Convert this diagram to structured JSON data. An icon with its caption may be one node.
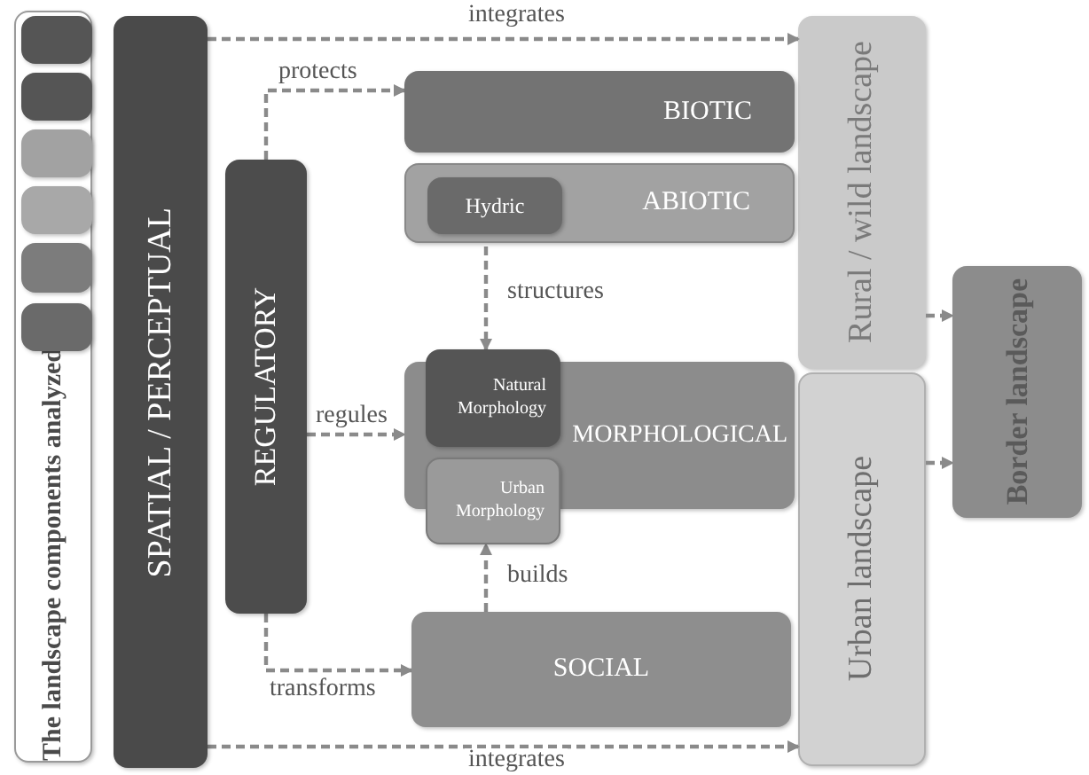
{
  "diagram": {
    "nodes": [
      {
        "text": [
          "The landscape components analyzed"
        ]
      },
      {
        "text": [],
        "shape": "box",
        "in": 0
      },
      {
        "text": [],
        "shape": "box",
        "in": 0
      },
      {
        "text": [],
        "shape": "box",
        "in": 0
      },
      {
        "text": [],
        "shape": "box",
        "in": 0
      },
      {
        "text": [],
        "shape": "box",
        "in": 0
      },
      {
        "text": [],
        "shape": "box",
        "in": 0
      },
      {
        "text": [
          "SPATIAL / PERCEPTUAL"
        ]
      },
      {
        "text": [
          "REGULATORY"
        ]
      },
      {
        "text": [
          "BIOTIC"
        ]
      },
      {
        "text": [
          "ABIOTIC"
        ]
      },
      {
        "text": [
          "Hydric"
        ],
        "in": 10
      },
      {
        "text": [
          "MORPHOLOGICAL"
        ]
      },
      {
        "text": [
          "Natural Morphology"
        ]
      },
      {
        "text": [
          "Urban Morphology"
        ]
      },
      {
        "text": [
          "SOCIAL"
        ]
      },
      {
        "text": [
          "Rural / wild landscape"
        ]
      },
      {
        "text": [
          "Urban landscape"
        ]
      },
      {
        "text": [
          "Border landscape"
        ]
      }
    ],
    "edges": [
      {
        "from": 7,
        "to": 16,
        "arrow": "to",
        "label": "integrates"
      },
      {
        "from": 8,
        "to": 9,
        "arrow": "to",
        "label": "protects"
      },
      {
        "from": 8,
        "to": 12,
        "arrow": "to",
        "label": "regules"
      },
      {
        "from": 8,
        "to": 15,
        "arrow": "to",
        "label": "transforms"
      },
      {
        "from": 11,
        "to": 13,
        "arrow": "to",
        "label": "structures"
      },
      {
        "from": 15,
        "to": 14,
        "arrow": "to",
        "label": "builds"
      },
      {
        "from": 7,
        "to": 17,
        "arrow": "to",
        "label": "integrates"
      },
      {
        "from": 16,
        "to": 18,
        "arrow": "to"
      },
      {
        "from": 17,
        "to": 18,
        "arrow": "to"
      }
    ]
  }
}
